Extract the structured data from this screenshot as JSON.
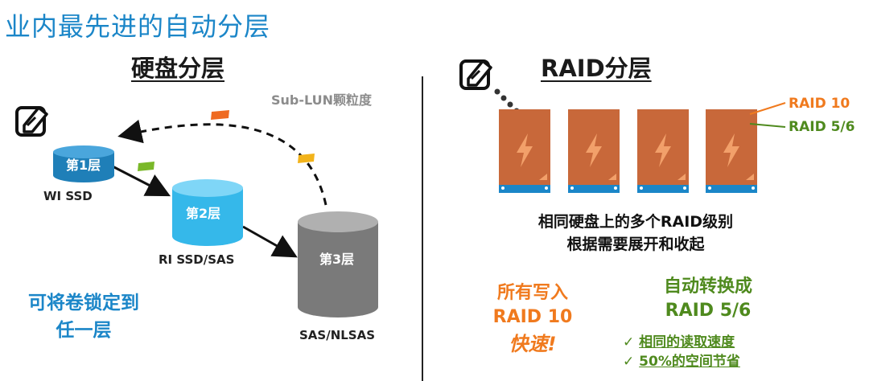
{
  "title": "业内最先进的自动分层",
  "left": {
    "heading": "硬盘分层",
    "granularity": "Sub-LUN颗粒度",
    "tiers": [
      {
        "label": "第1层",
        "name": "WI SSD"
      },
      {
        "label": "第2层",
        "name": "RI SSD/SAS"
      },
      {
        "label": "第3层",
        "name": "SAS/NLSAS"
      }
    ],
    "lock_note": [
      "可将卷锁定到",
      "任一层"
    ]
  },
  "right": {
    "heading": "RAID分层",
    "raid_labels": [
      "RAID 10",
      "RAID 5/6"
    ],
    "caption": [
      "相同硬盘上的多个RAID级别",
      "根据需要展开和收起"
    ],
    "write_note": [
      "所有写入",
      "RAID 10",
      "快速!"
    ],
    "convert_note": [
      "自动转换成",
      "RAID 5/6"
    ],
    "benefits": [
      {
        "check": "✓",
        "text": "相同的读取速度"
      },
      {
        "check": "✓",
        "text": "50%的空间节省"
      }
    ]
  },
  "colors": {
    "title_blue": "#1b86c8",
    "tier1": "#1f7fb8",
    "tier2": "#35b8ea",
    "tier3": "#808080",
    "drive": "#c8683a",
    "raid10_orange": "#f07a1e",
    "raid56_green": "#4f8a1e"
  },
  "icons": [
    "pen-tool-icon",
    "flag-icon",
    "lightning-icon",
    "check-icon"
  ]
}
